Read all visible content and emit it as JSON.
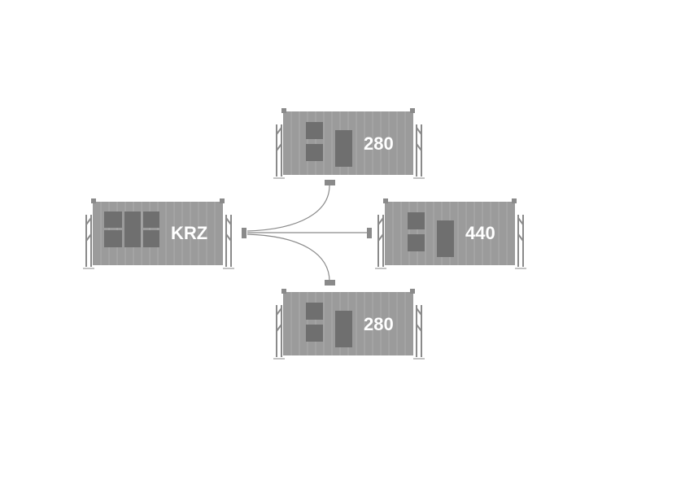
{
  "diagram": {
    "colors": {
      "container": "#9b9b9b",
      "container_dark": "#6f6f6f",
      "line": "#8a8a8a",
      "label": "#ffffff"
    },
    "nodes": [
      {
        "id": "krz",
        "label": "KRZ",
        "window_layout": "grid"
      },
      {
        "id": "top",
        "label": "280",
        "window_layout": "single"
      },
      {
        "id": "right",
        "label": "440",
        "window_layout": "single"
      },
      {
        "id": "bottom",
        "label": "280",
        "window_layout": "single"
      }
    ],
    "edges": [
      {
        "from": "krz",
        "to": "top"
      },
      {
        "from": "krz",
        "to": "right"
      },
      {
        "from": "krz",
        "to": "bottom"
      }
    ]
  }
}
